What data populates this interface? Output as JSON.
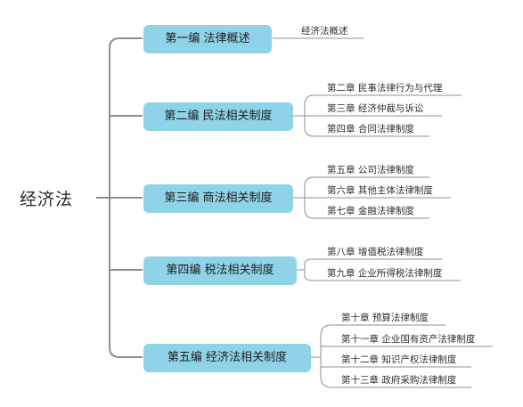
{
  "root": {
    "label": "经济法"
  },
  "colors": {
    "node_fill": "#8fd3e8",
    "connector": "#8a9098"
  },
  "branches": [
    {
      "label": "第一编 法律概述",
      "children": [
        "经济法概述"
      ]
    },
    {
      "label": "第二编 民法相关制度",
      "children": [
        "第二章 民事法律行为与代理",
        "第三章 经济仲裁与诉讼",
        "第四章 合同法律制度"
      ]
    },
    {
      "label": "第三编 商法相关制度",
      "children": [
        "第五章 公司法律制度",
        "第六章 其他主体法律制度",
        "第七章 金融法律制度"
      ]
    },
    {
      "label": "第四编 税法相关制度",
      "children": [
        "第八章 增值税法律制度",
        "第九章 企业所得税法律制度"
      ]
    },
    {
      "label": "第五编 经济法相关制度",
      "children": [
        "第十章 预算法律制度",
        "第十一章 企业国有资产法律制度",
        "第十二章 知识产权法律制度",
        "第十三章 政府采购法律制度"
      ]
    }
  ]
}
